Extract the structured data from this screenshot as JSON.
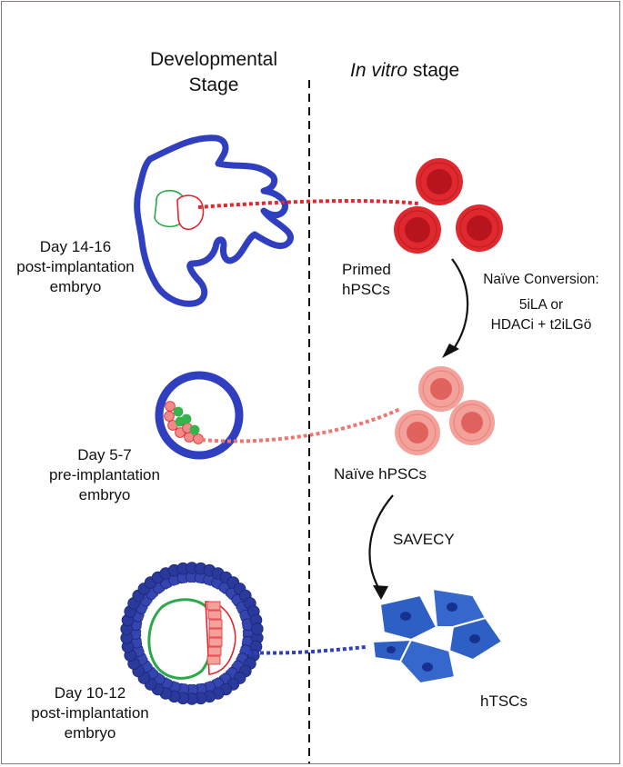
{
  "headers": {
    "developmental": "Developmental",
    "developmental_stage": "Stage",
    "in_vitro_italic": "In vitro",
    "in_vitro_rest": " stage"
  },
  "embryos": {
    "day14": {
      "line1": "Day 14-16",
      "line2": "post-implantation",
      "line3": "embryo"
    },
    "day5": {
      "line1": "Day 5-7",
      "line2": "pre-implantation",
      "line3": "embryo"
    },
    "day10": {
      "line1": "Day 10-12",
      "line2": "post-implantation",
      "line3": "embryo"
    }
  },
  "cells": {
    "primed_line1": "Primed",
    "primed_line2": "hPSCs",
    "naive": "Naïve hPSCs",
    "htsc": "hTSCs"
  },
  "arrows": {
    "conversion_title": "Naïve Conversion:",
    "conversion_opt1": "5iLA or",
    "conversion_opt2": "HDACi + t2iLGö",
    "savecy": "SAVECY"
  },
  "colors": {
    "embryo_blue": "#2f3fbf",
    "primed_red": "#e0282f",
    "naive_pink": "#f07570",
    "htsc_blue": "#2e5fc4",
    "epiblast_green": "#2aa84a"
  }
}
